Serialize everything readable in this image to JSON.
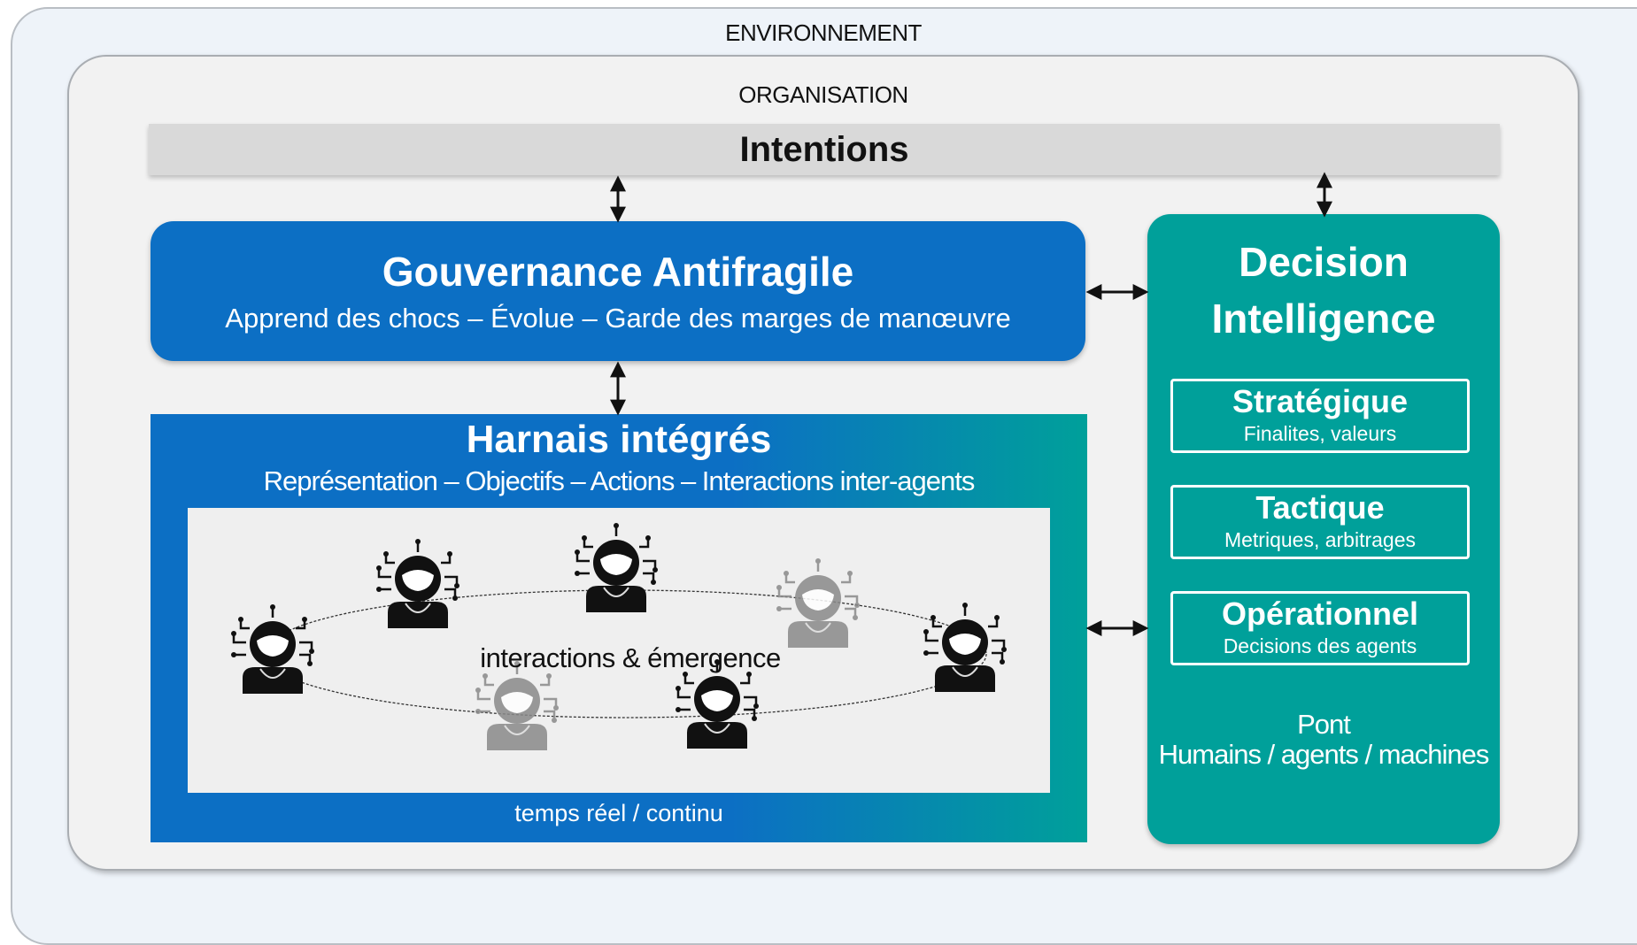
{
  "environment": {
    "label": "ENVIRONNEMENT"
  },
  "organisation": {
    "label": "ORGANISATION"
  },
  "intentions": {
    "label": "Intentions"
  },
  "gouvernance": {
    "title": "Gouvernance Antifragile",
    "subtitle": "Apprend des chocs – Évolue – Garde des marges de manœuvre"
  },
  "harnais": {
    "title": "Harnais intégrés",
    "subtitle": "Représentation – Objectifs – Actions – Interactions inter-agents",
    "interaction_label": "interactions & émergence",
    "footer": "temps réel / continu"
  },
  "decision_intelligence": {
    "title_line1": "Decision",
    "title_line2": "Intelligence",
    "levels": [
      {
        "name": "Stratégique",
        "desc": "Finalites, valeurs"
      },
      {
        "name": "Tactique",
        "desc": "Metriques, arbitrages"
      },
      {
        "name": "Opérationnel",
        "desc": "Decisions des agents"
      }
    ],
    "bridge_line1": "Pont",
    "bridge_line2": "Humains  / agents / machines"
  },
  "colors": {
    "blue": "#0c6fc4",
    "teal": "#00a09a",
    "intentions_bar": "#d9d9d9",
    "agent_dark": "#111111",
    "agent_faded": "#8a8a8a"
  },
  "icons": {
    "agent": "robot-agent-icon",
    "arrow": "double-arrow-icon"
  }
}
